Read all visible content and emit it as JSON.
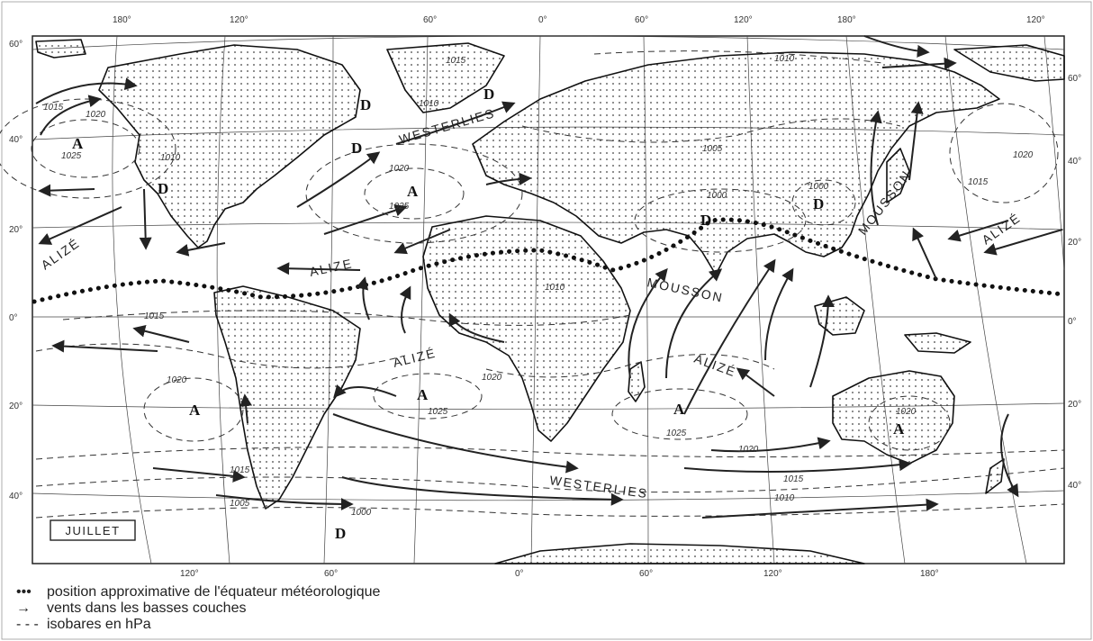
{
  "map": {
    "month_label": "JUILLET",
    "top_longitudes": [
      "180°",
      "120°",
      "60°",
      "0°",
      "60°",
      "120°",
      "180°",
      "120°"
    ],
    "bottom_longitudes": [
      "120°",
      "60°",
      "0°",
      "60°",
      "120°",
      "180°"
    ],
    "left_latitudes": [
      "60°",
      "40°",
      "20°",
      "0°",
      "20°",
      "40°"
    ],
    "right_latitudes": [
      "60°",
      "40°",
      "20°",
      "0°",
      "20°",
      "40°"
    ],
    "wind_labels": {
      "westerlies_north": "WESTERLIES",
      "westerlies_south": "WESTERLIES",
      "alize_pacific_west": "ALIZÉ",
      "alize_atlantic_north": "ALIZE",
      "alize_atlantic_south": "ALIZÉ",
      "alize_indian": "ALIZÉ",
      "alize_pacific_east": "ALIZÉ",
      "mousson_india": "MOUSSON",
      "mousson_asia": "MOUSSON"
    },
    "isobars": [
      "1015",
      "1020",
      "1025",
      "1010",
      "1010",
      "1015",
      "1010",
      "1020",
      "1025",
      "1005",
      "1000",
      "1000",
      "1020",
      "1015",
      "1010",
      "1015",
      "1020",
      "1025",
      "1020",
      "1025",
      "1020",
      "1020",
      "1015",
      "1005",
      "1000",
      "1015",
      "1010"
    ],
    "pressure_centers": {
      "A": [
        "A",
        "A",
        "A",
        "A",
        "A",
        "A"
      ],
      "D": [
        "D",
        "D",
        "D",
        "D",
        "D",
        "D",
        "D"
      ]
    }
  },
  "legend": {
    "itcz_symbol": "•••",
    "itcz_text": "position approximative de l'équateur météorologique",
    "wind_symbol": "→",
    "wind_text": "vents dans les basses couches",
    "isobar_symbol": "- - -",
    "isobar_text": "isobares en hPa"
  }
}
